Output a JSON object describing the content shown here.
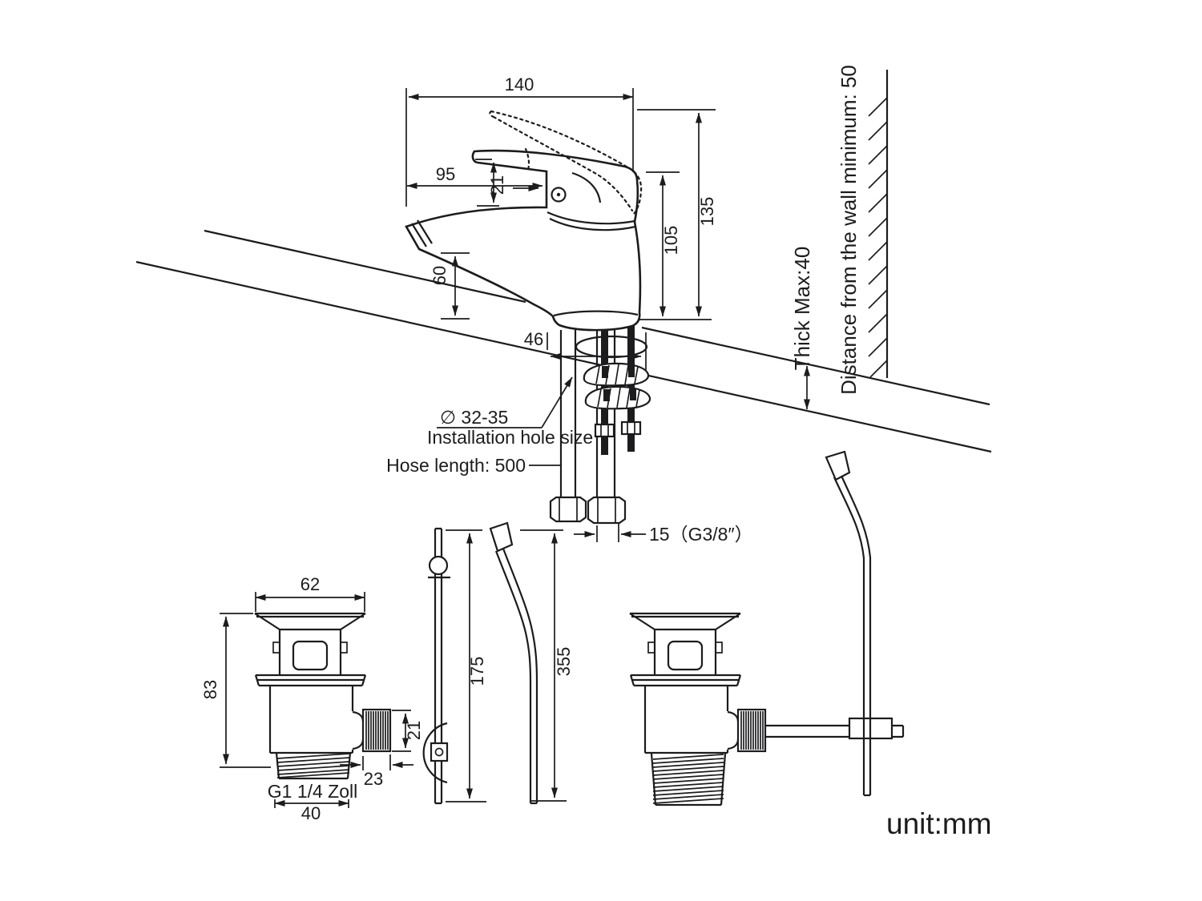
{
  "colors": {
    "ink": "#1c1c1e",
    "background": "#ffffff"
  },
  "faucet": {
    "width_overall": "140",
    "spout_reach": "95",
    "lever_clearance": "21",
    "height_overall": "135",
    "height_body": "105",
    "height_spout": "60",
    "base_offset": "46",
    "counter_thickness_note": "Thick Max:40",
    "wall_distance_note": "Distance from the wall minimum: 50",
    "hole_diameter": "∅ 32-35",
    "hole_label": "Installation hole size",
    "hose_length_note": "Hose length: 500",
    "supply_connector": "15（G3/8″）"
  },
  "drain": {
    "flange_width": "62",
    "body_height": "83",
    "outlet_diameter": "21",
    "outlet_length": "23",
    "thread_label": "G1 1/4 Zoll",
    "thread_diameter": "40"
  },
  "rods": {
    "pivot_rod_length": "175",
    "lift_rod_length": "355"
  },
  "footer": {
    "unit_label": "unit:mm"
  }
}
